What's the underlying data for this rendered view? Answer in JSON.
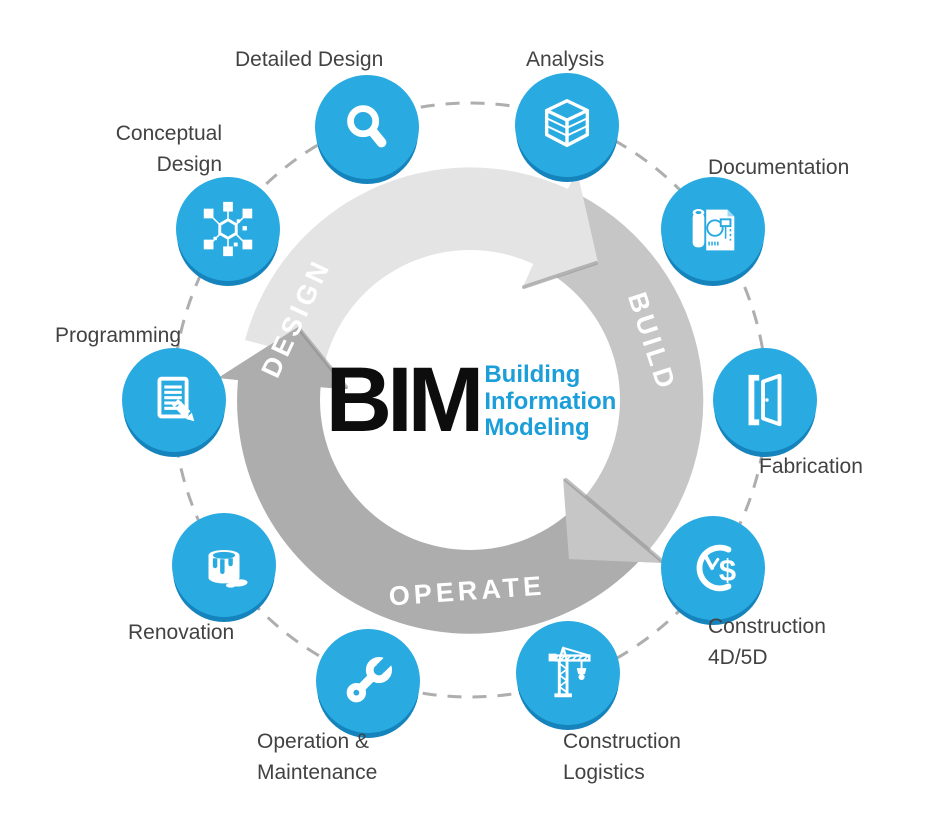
{
  "title": {
    "acronym": "BIM",
    "expansion_lines": [
      "Building",
      "Information",
      "Modeling"
    ]
  },
  "phases": [
    {
      "label": "DESIGN"
    },
    {
      "label": "BUILD"
    },
    {
      "label": "OPERATE"
    }
  ],
  "nodes": [
    {
      "name": "detailed-design",
      "icon": "magnifier-icon",
      "lines": [
        "Detailed Design"
      ]
    },
    {
      "name": "analysis",
      "icon": "cube-icon",
      "lines": [
        "Analysis"
      ]
    },
    {
      "name": "documentation",
      "icon": "blueprint-icon",
      "lines": [
        "Documentation"
      ]
    },
    {
      "name": "fabrication",
      "icon": "door-icon",
      "lines": [
        "Fabrication"
      ]
    },
    {
      "name": "construction-4d5d",
      "icon": "clock-dollar-icon",
      "lines": [
        "Construction",
        "4D/5D"
      ]
    },
    {
      "name": "construction-logistics",
      "icon": "crane-icon",
      "lines": [
        "Construction",
        "Logistics"
      ]
    },
    {
      "name": "operation-maintenance",
      "icon": "wrench-icon",
      "lines": [
        "Operation &",
        "Maintenance"
      ]
    },
    {
      "name": "renovation",
      "icon": "paint-bucket-icon",
      "lines": [
        "Renovation"
      ]
    },
    {
      "name": "programming",
      "icon": "document-pencil-icon",
      "lines": [
        "Programming"
      ]
    },
    {
      "name": "conceptual-design",
      "icon": "network-icon",
      "lines": [
        "Conceptual",
        "Design"
      ]
    }
  ],
  "colors": {
    "node_blue": "#29ABE2",
    "node_blue_dark": "#1583BC",
    "bim_text_blue": "#1C9ED9",
    "design_arc": "#E4E4E4",
    "build_arc": "#C6C6C6",
    "operate_arc": "#ADADAD",
    "label_gray": "#424242",
    "dash_gray": "#AEAEAE",
    "phase_text": "#FFFFFF"
  }
}
